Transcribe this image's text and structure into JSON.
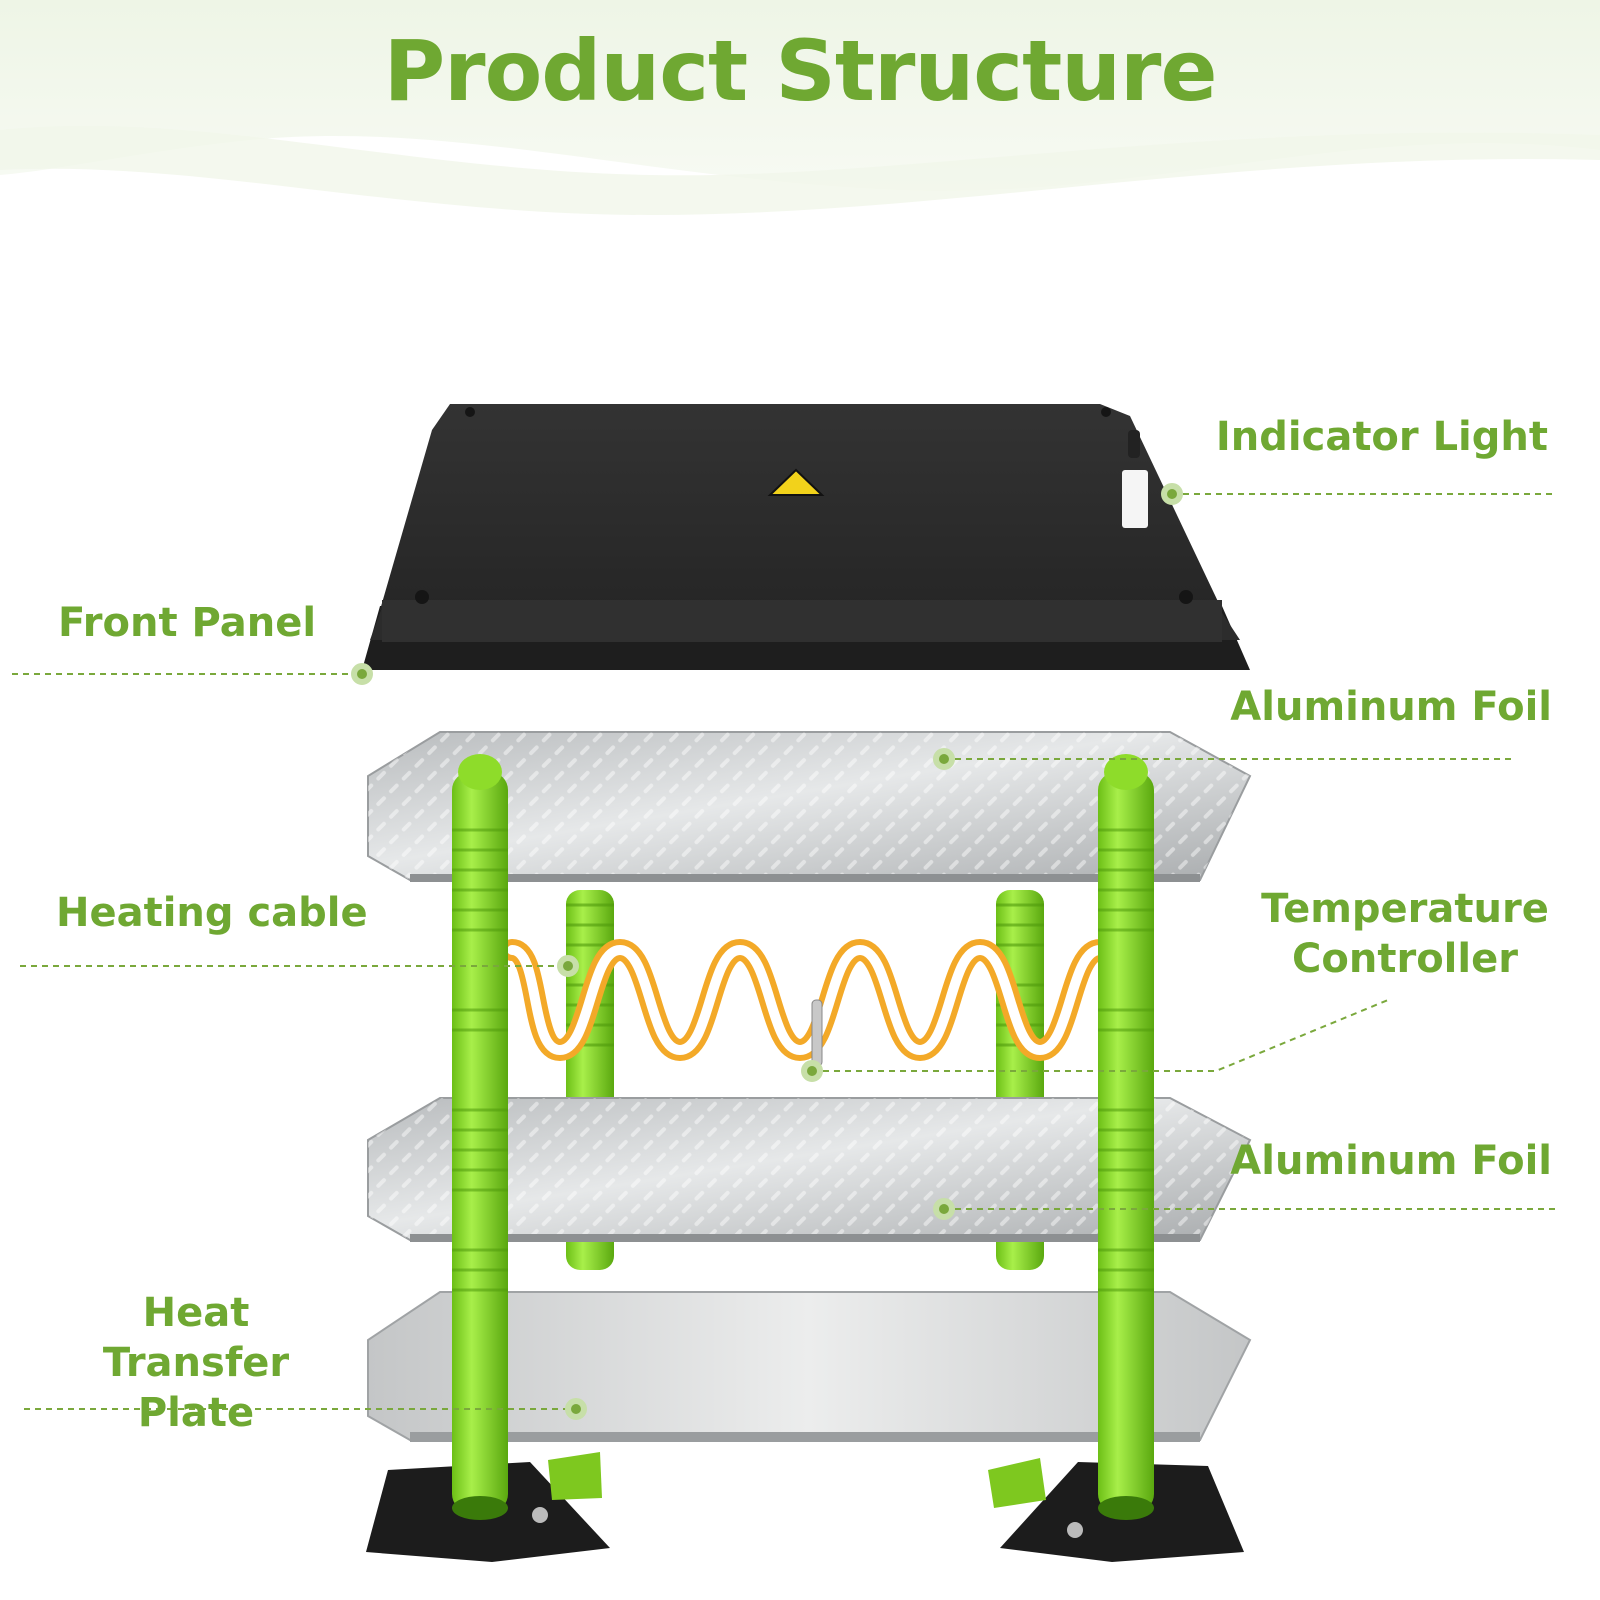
{
  "title": "Product Structure",
  "colors": {
    "accent": "#6fa832",
    "leader": "#7aa83c",
    "panel": "#2b2b2b",
    "foil": "#c9cbcc",
    "rod": "#8edc2a",
    "cable": "#f3a928"
  },
  "labels": {
    "indicator_light": "Indicator Light",
    "front_panel": "Front Panel",
    "aluminum_foil_top": "Aluminum Foil",
    "heating_cable": "Heating cable",
    "temperature_controller": "Temperature\nController",
    "aluminum_foil_bottom": "Aluminum Foil",
    "heat_transfer_plate": "Heat Transfer\nPlate"
  }
}
